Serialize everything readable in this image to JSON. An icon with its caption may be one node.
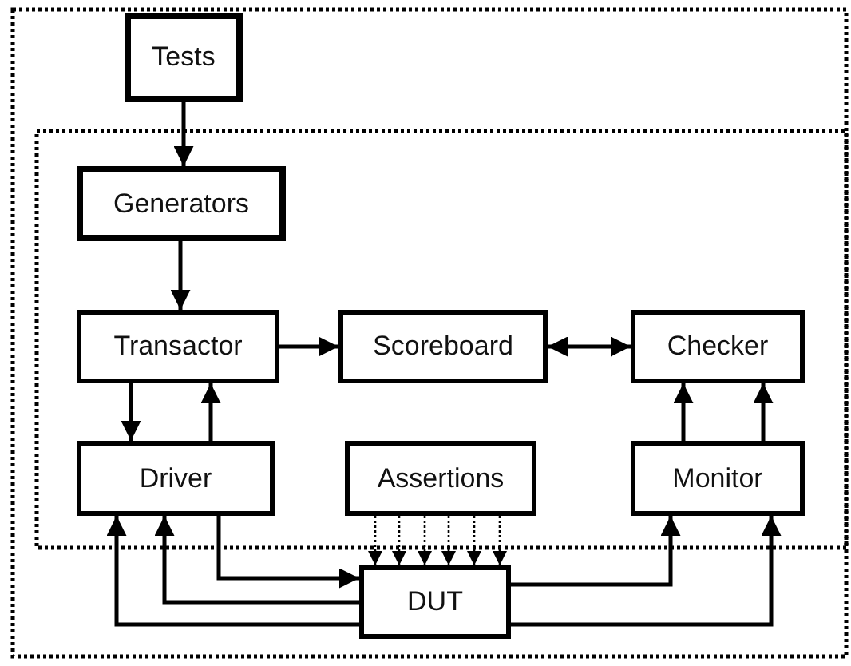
{
  "diagram": {
    "nodes": [
      {
        "text": [
          "Tests"
        ]
      },
      {
        "text": [
          "Generators"
        ]
      },
      {
        "text": [
          "Transactor"
        ]
      },
      {
        "text": [
          "Scoreboard"
        ]
      },
      {
        "text": [
          "Checker"
        ]
      },
      {
        "text": [
          "Driver"
        ]
      },
      {
        "text": [
          "Assertions"
        ]
      },
      {
        "text": [
          "Monitor"
        ]
      },
      {
        "text": [
          "DUT"
        ]
      }
    ],
    "edges": [
      {
        "from": 0,
        "to": 1,
        "arrow": "to"
      },
      {
        "from": 1,
        "to": 2,
        "arrow": "to"
      },
      {
        "from": 2,
        "to": 3,
        "arrow": "to"
      },
      {
        "from": 3,
        "to": 4,
        "arrow": "both"
      },
      {
        "from": 2,
        "to": 5,
        "arrow": "to"
      },
      {
        "from": 5,
        "to": 2,
        "arrow": "to"
      },
      {
        "from": 7,
        "to": 4,
        "arrow": "to"
      },
      {
        "from": 7,
        "to": 4,
        "arrow": "to"
      },
      {
        "from": 5,
        "to": 8,
        "arrow": "to"
      },
      {
        "from": 8,
        "to": 5,
        "arrow": "to"
      },
      {
        "from": 8,
        "to": 5,
        "arrow": "to"
      },
      {
        "from": 6,
        "to": 8,
        "arrow": "to",
        "style": "dashed"
      },
      {
        "from": 6,
        "to": 8,
        "arrow": "to",
        "style": "dashed"
      },
      {
        "from": 6,
        "to": 8,
        "arrow": "to",
        "style": "dashed"
      },
      {
        "from": 6,
        "to": 8,
        "arrow": "to",
        "style": "dashed"
      },
      {
        "from": 6,
        "to": 8,
        "arrow": "to",
        "style": "dashed"
      },
      {
        "from": 6,
        "to": 8,
        "arrow": "to",
        "style": "dashed"
      },
      {
        "from": 8,
        "to": 7,
        "arrow": "to"
      },
      {
        "from": 8,
        "to": 7,
        "arrow": "to"
      }
    ]
  }
}
